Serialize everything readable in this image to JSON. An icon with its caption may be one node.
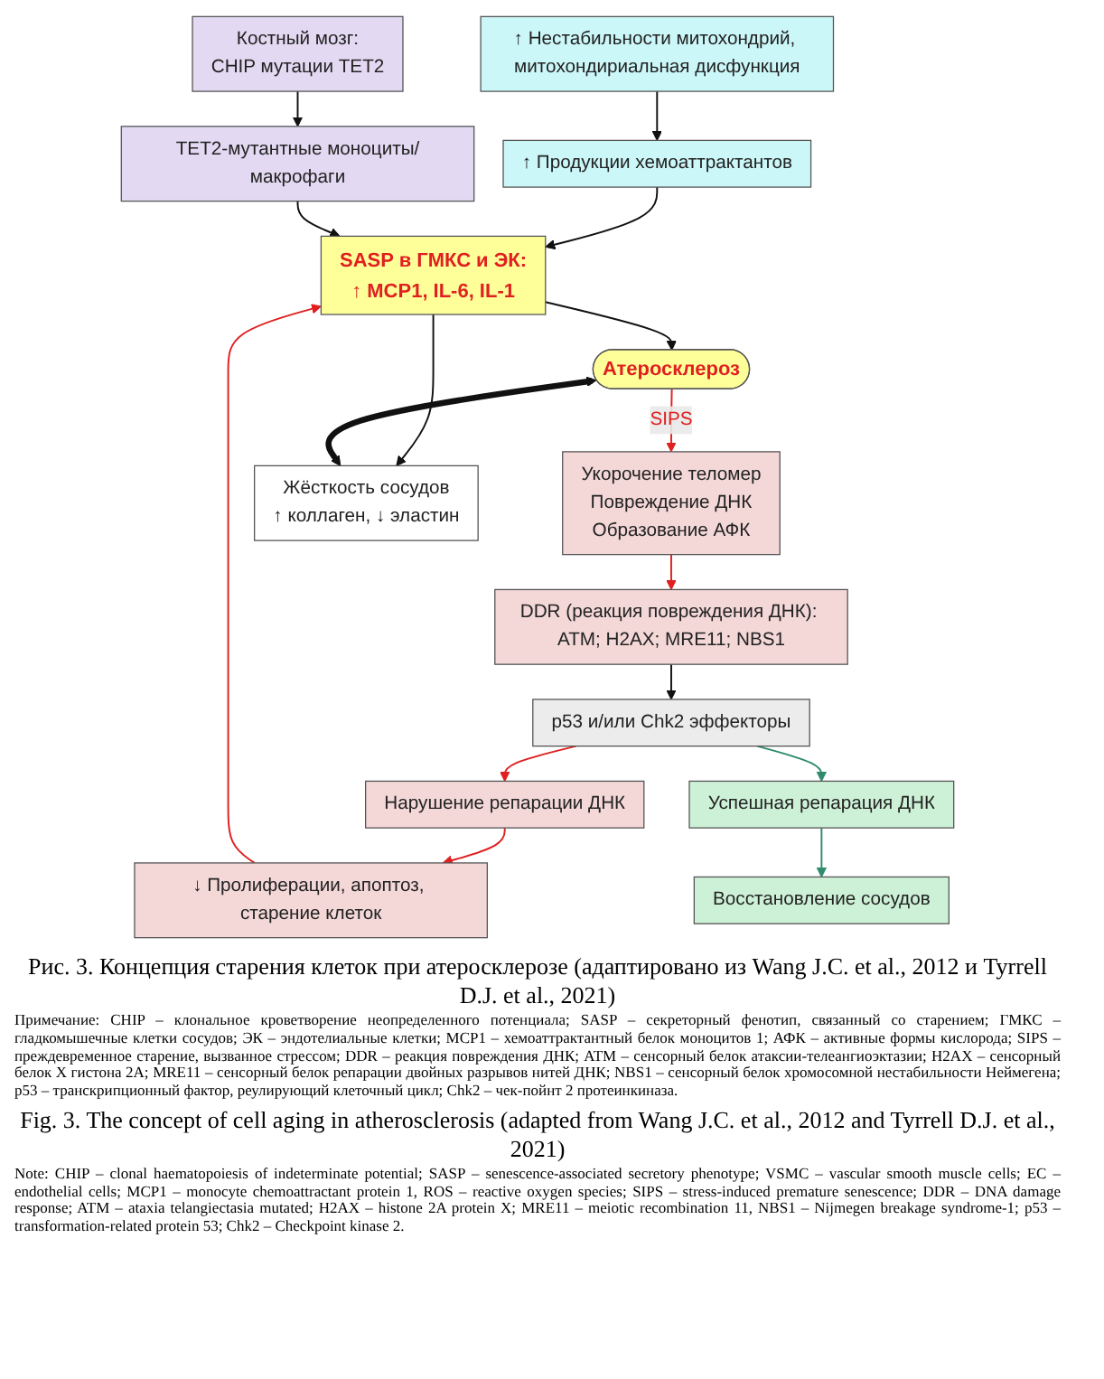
{
  "diagram": {
    "caption": "Рис. 3. Концепция старения клеток при атеросклерозе (адаптировано из Wang J.C. et al., 2012 и Tyrrell D.J. et al., 2021)",
    "nodes": [
      {
        "text": [
          "↑ Нестабильности митохондрий, митохондириальная дисфункция"
        ]
      },
      {
        "text": [
          "Костный мозг:",
          "CHIP мутации TET2"
        ]
      },
      {
        "text": [
          "↑ Продукции хемоаттрактантов"
        ]
      },
      {
        "text": [
          "TET2-мутантные моноциты/макрофаги"
        ]
      },
      {
        "text": [
          "SASP в ГМКС и ЭК:",
          "↑ MCP1, IL-6, IL-1"
        ]
      },
      {
        "text": [
          "Атеросклероз"
        ]
      },
      {
        "text": [
          "Укорочение теломер",
          "Повреждение ДНК",
          "Образование АФК"
        ]
      },
      {
        "text": [
          "Жёсткость сосудов",
          "↑ коллаген, ↓ эластин"
        ]
      },
      {
        "text": [
          "DDR (реакция повреждения ДНК): ATM; H2AX; MRE11; NBS1"
        ]
      },
      {
        "text": [
          "p53 и/или Chk2 эффекторы"
        ]
      },
      {
        "text": [
          "Нарушение репарации ДНК"
        ]
      },
      {
        "text": [
          "Успешная репарация ДНК"
        ]
      },
      {
        "text": [
          "↓ Пролиферации, апоптоз, старение клеток"
        ]
      },
      {
        "text": [
          "Восстановление сосудов"
        ]
      }
    ],
    "edges": [
      {
        "from": 0,
        "to": 2,
        "arrow": "to"
      },
      {
        "from": 1,
        "to": 3,
        "arrow": "to"
      },
      {
        "from": 2,
        "to": 4,
        "arrow": "to"
      },
      {
        "from": 3,
        "to": 4,
        "arrow": "to"
      },
      {
        "from": 4,
        "to": 5,
        "arrow": "to"
      },
      {
        "from": 4,
        "to": 7,
        "arrow": "to"
      },
      {
        "from": 5,
        "to": 7,
        "arrow": "both",
        "style": "thick"
      },
      {
        "from": 5,
        "to": 6,
        "arrow": "to",
        "label": "SIPS",
        "color": "#e02020"
      },
      {
        "from": 6,
        "to": 8,
        "arrow": "to",
        "color": "#e02020"
      },
      {
        "from": 8,
        "to": 9,
        "arrow": "to"
      },
      {
        "from": 9,
        "to": 10,
        "arrow": "to",
        "color": "#e02020"
      },
      {
        "from": 9,
        "to": 11,
        "arrow": "to",
        "color": "#2e8b6e"
      },
      {
        "from": 10,
        "to": 12,
        "arrow": "to",
        "color": "#e02020"
      },
      {
        "from": 12,
        "to": 4,
        "arrow": "to",
        "color": "#e02020"
      },
      {
        "from": 11,
        "to": 13,
        "arrow": "to",
        "color": "#2e8b6e"
      }
    ],
    "labels": [
      "Примечание: CHIP – клональное кроветворение неопределенного потенциала; SASP – секреторный фенотип, связанный со старением; ГМКС – гладкомышечные клетки сосудов; ЭК – эндотелиальные клетки; MCP1 – хемоаттрактантный белок моноцитов 1; АФК – активные формы кислорода; SIPS – преждевременное старение, вызванное стрессом; DDR – реакция повреждения ДНК; ATM – сенсорный белок атаксии-телеангиоэктазии; H2AX – сенсорный белок X гистона 2A; MRE11 – сенсорный белок репарации двойных разрывов нитей ДНК; NBS1 – сенсорный белок хромосомной нестабильности Неймегена; p53 – транскрипционный фактор, реулирующий клеточный цикл; Chk2 – чек-пойнт 2 протеинкиназа.",
      "Fig. 3. The concept of cell aging in atherosclerosis (adapted from Wang J.C. et al., 2012 and Tyrrell D.J. et al., 2021)",
      "Note: CHIP – clonal haematopoiesis of indeterminate potential; SASP – senescence-associated secretory phenotype; VSMC – vascular smooth muscle cells; EC – endothelial cells; MCP1 – monocyte chemoattractant protein 1, ROS – reactive oxygen species; SIPS – stress-induced premature senescence; DDR – DNA damage response; ATM – ataxia telangiectasia mutated; H2AX – histone 2A protein X; MRE11 – meiotic recombination 11, NBS1 – Nijmegen breakage syndrome-1; p53 – transformation-related protein 53; Chk2 – Checkpoint kinase 2."
    ]
  }
}
